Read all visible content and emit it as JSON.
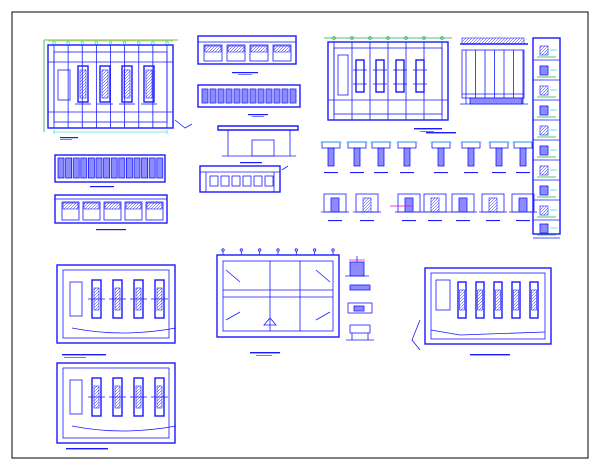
{
  "sheet": {
    "background": "#ffffff",
    "line_color": "#1a1aff",
    "accent_colors": [
      "#00d7e6",
      "#19b34a",
      "#e6c800",
      "#e600c8"
    ],
    "views": [
      {
        "id": "plan-top-left",
        "kind": "floor-plan"
      },
      {
        "id": "front-elevation",
        "kind": "elevation"
      },
      {
        "id": "section-a",
        "kind": "section"
      },
      {
        "id": "plan-top-right",
        "kind": "floor-plan"
      },
      {
        "id": "side-elevation",
        "kind": "elevation"
      },
      {
        "id": "detail-sheet",
        "kind": "detail-column"
      },
      {
        "id": "foundation-plan",
        "kind": "floor-plan"
      },
      {
        "id": "roof-plan",
        "kind": "floor-plan"
      },
      {
        "id": "plan-right",
        "kind": "floor-plan"
      },
      {
        "id": "plan-bottom-left",
        "kind": "floor-plan"
      }
    ]
  }
}
